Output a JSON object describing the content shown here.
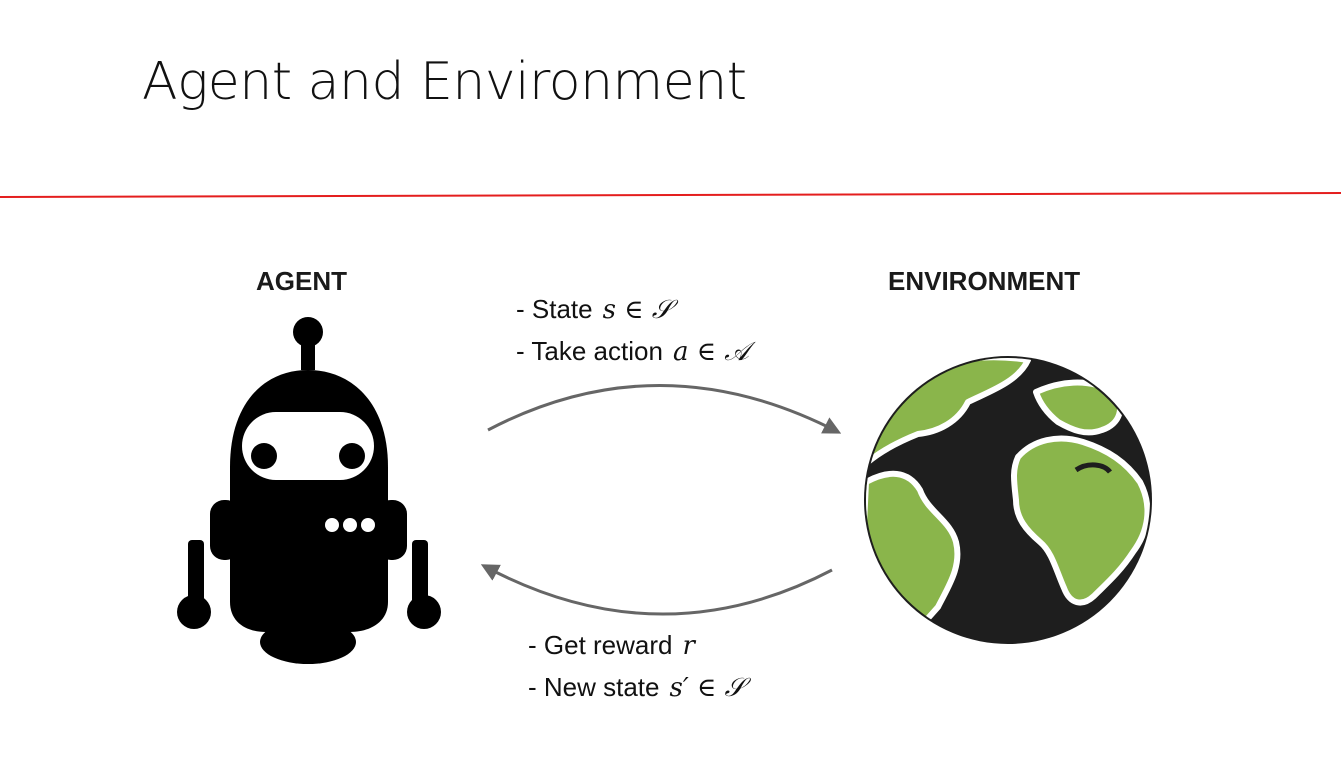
{
  "slide": {
    "title": "Agent and Environment",
    "accent_color": "#e41e1e"
  },
  "diagram": {
    "agent": {
      "label": "AGENT",
      "icon": "robot-icon"
    },
    "environment": {
      "label": "ENVIRONMENT",
      "icon": "globe-icon"
    },
    "top_arrow": {
      "lines": [
        {
          "text": "- State",
          "math": "s ∈ 𝒮"
        },
        {
          "text": "- Take action",
          "math": "a ∈ 𝒜"
        }
      ]
    },
    "bottom_arrow": {
      "lines": [
        {
          "text": "- Get reward",
          "math": "r"
        },
        {
          "text": "- New state",
          "math": "s′ ∈ 𝒮"
        }
      ]
    },
    "colors": {
      "globe_land": "#8ab54b",
      "globe_ocean": "#1e1e1e",
      "arrow": "#666666"
    }
  }
}
